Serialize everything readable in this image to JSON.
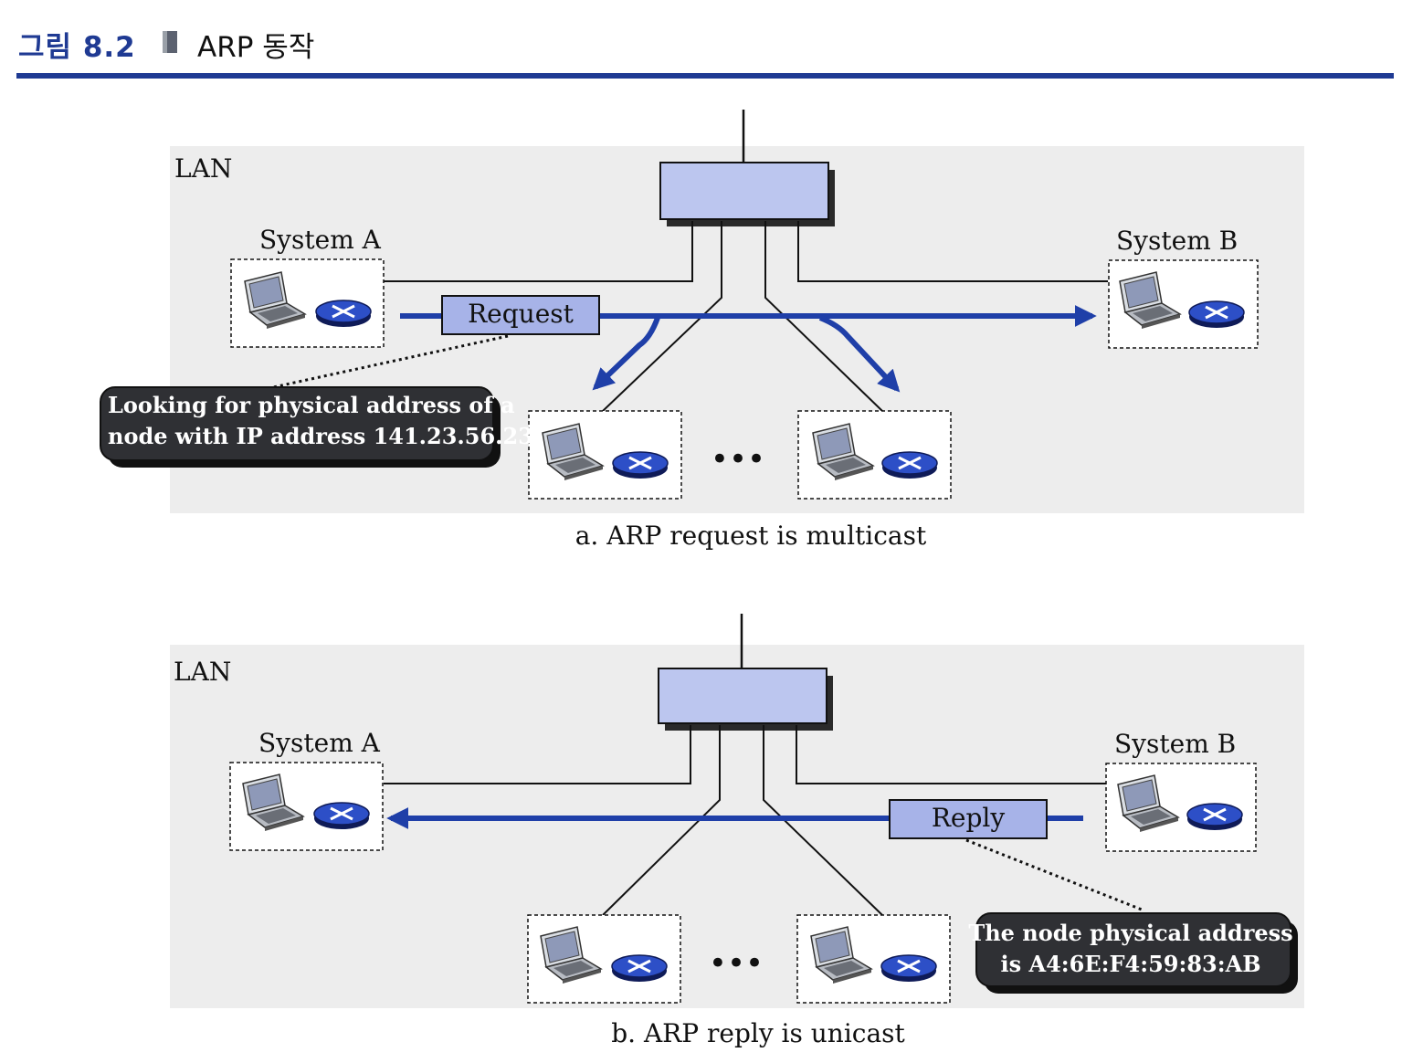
{
  "header": {
    "figure_label": "그림 8.2",
    "title": "ARP 동작"
  },
  "colors": {
    "accent": "#1f3a93",
    "arrow": "#1f3fa8",
    "lan_bg": "#ededed",
    "box_fill": "#bcc6ef",
    "callout": "#2f3034"
  },
  "panel_a": {
    "lan_label": "LAN",
    "system_a": "System A",
    "system_b": "System B",
    "packet_label": "Request",
    "callout_lines": [
      "Looking for physical address of a",
      "node with IP address 141.23.56.23"
    ],
    "ellipsis": "•••",
    "caption": "a. ARP request is multicast"
  },
  "panel_b": {
    "lan_label": "LAN",
    "system_a": "System A",
    "system_b": "System B",
    "packet_label": "Reply",
    "callout_lines": [
      "The node physical address",
      "is A4:6E:F4:59:83:AB"
    ],
    "ellipsis": "•••",
    "caption": "b. ARP reply is unicast"
  }
}
